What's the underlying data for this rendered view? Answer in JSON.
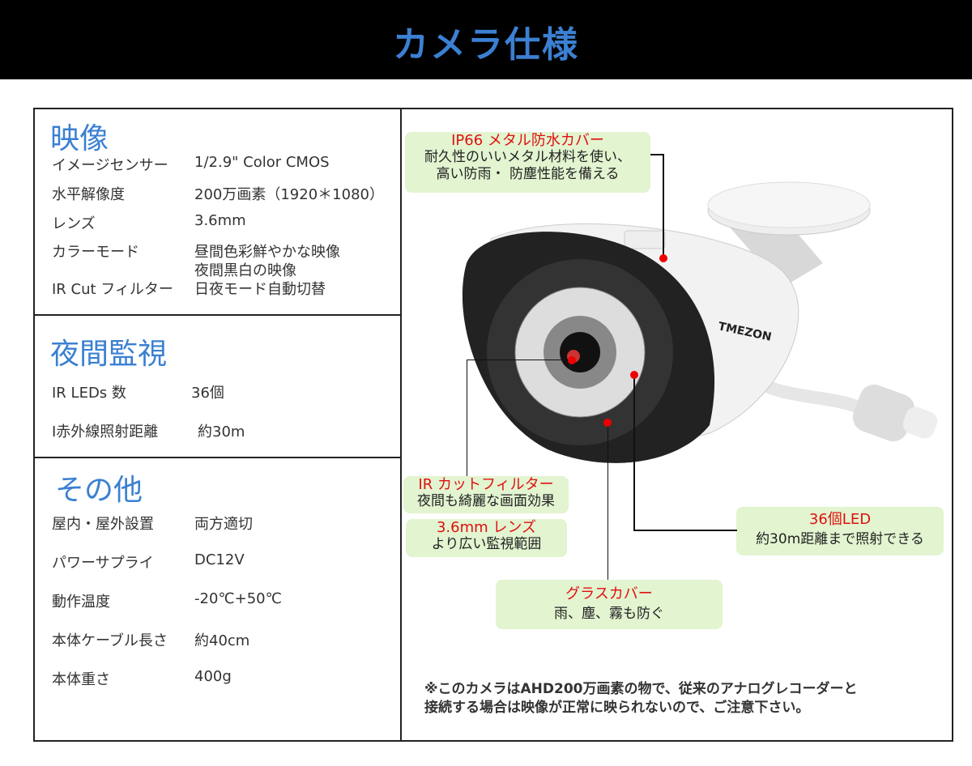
{
  "title": "カメラ仕様",
  "sections": [
    {
      "title": "映像",
      "rows": [
        {
          "label": "イメージセンサー",
          "value": "1/2.9\" Color CMOS"
        },
        {
          "label": "水平解像度",
          "value": "200万画素（1920＊1080）"
        },
        {
          "label": "レンズ",
          "value": "3.6mm"
        },
        {
          "label": "カラーモード",
          "value": "昼間色彩鮮やかな映像",
          "value2": "夜間黒白の映像"
        },
        {
          "label": "IR Cut フィルター",
          "value": "日夜モード自動切替"
        }
      ]
    },
    {
      "title": "夜間監視",
      "rows": [
        {
          "label": "IR LEDs 数",
          "value": "36個"
        },
        {
          "label": "I赤外線照射距離",
          "value": "約30m"
        }
      ]
    },
    {
      "title": "その他",
      "rows": [
        {
          "label": "屋内・屋外設置",
          "value": "両方適切"
        },
        {
          "label": "パワーサプライ",
          "value": "DC12V"
        },
        {
          "label": "動作温度",
          "value": "-20℃+50℃"
        },
        {
          "label": "本体ケーブル長さ",
          "value": "約40cm"
        },
        {
          "label": "本体重さ",
          "value": "400g"
        }
      ]
    }
  ],
  "callouts": {
    "cover": {
      "title": "IP66 メタル防水カバー",
      "line1": "耐久性のいいメタル材料を使い、",
      "line2": "高い防雨・ 防塵性能を備える"
    },
    "ircut": {
      "title": "IR カットフィルター",
      "line1": "夜間も綺麗な画面効果"
    },
    "lens": {
      "title": "3.6mm レンズ",
      "line1": "より広い監視範囲"
    },
    "glass": {
      "title": "グラスカバー",
      "line1": "雨、塵、霧も防ぐ"
    },
    "led": {
      "title": "36個LED",
      "line1": "約30m距離まで照射できる"
    }
  },
  "brand_logo": "TMEZON",
  "note": {
    "line1": "※このカメラはAHD200万画素の物で、従来のアナログレコーダーと",
    "line2": "接続する場合は映像が正常に映られないので、ご注意下さい。"
  },
  "colors": {
    "accent": "#3b80d2",
    "callout_title": "#e01010",
    "callout_bg": "#e2f4d0"
  }
}
